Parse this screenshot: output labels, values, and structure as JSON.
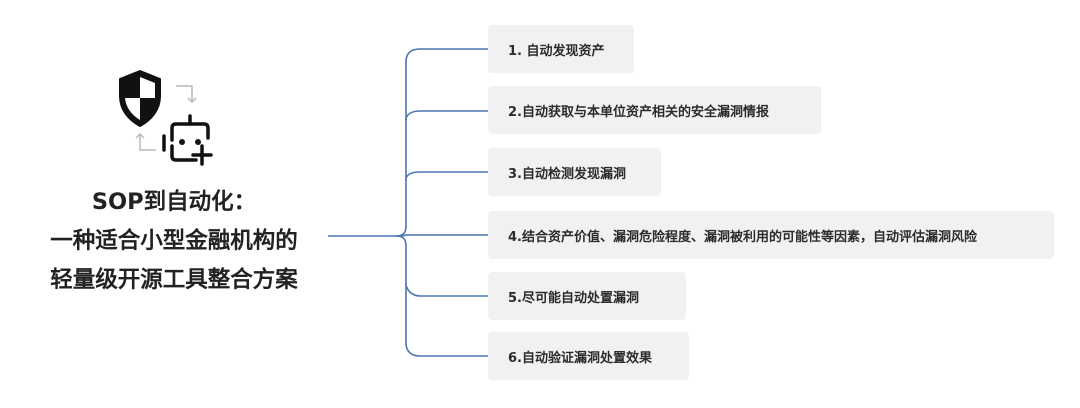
{
  "root": {
    "title_lines": [
      "SOP到自动化：",
      "一种适合小型金融机构的",
      "轻量级开源工具整合方案"
    ]
  },
  "icons": [
    "shield-icon",
    "robot-icon",
    "cycle-arrows-icon"
  ],
  "nodes": [
    "1. 自动发现资产",
    "2.自动获取与本单位资产相关的安全漏洞情报",
    "3.自动检测发现漏洞",
    "4.结合资产价值、漏洞危险程度、漏洞被利用的可能性等因素，自动评估漏洞风险",
    "5.尽可能自动处置漏洞",
    "6.自动验证漏洞处置效果"
  ],
  "colors": {
    "connector": "#4a77b4",
    "node_background": "#f1f1f1",
    "text": "#222222"
  }
}
